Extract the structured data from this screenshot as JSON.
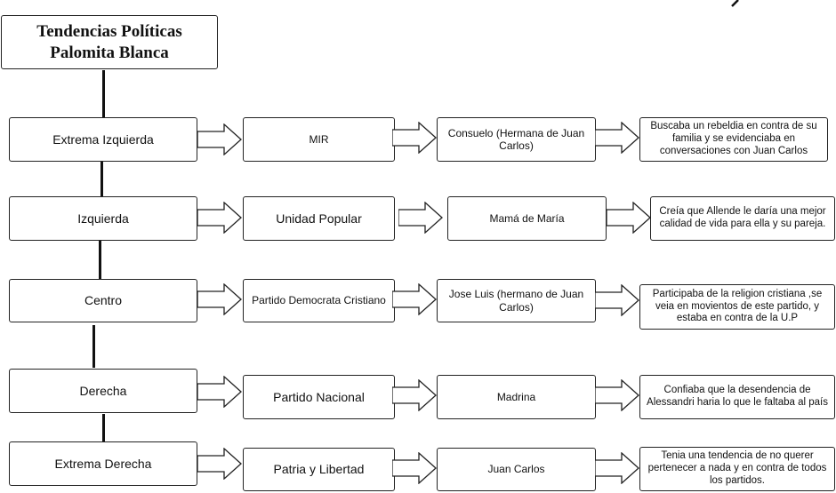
{
  "title": {
    "line1": "Tendencias Políticas",
    "line2": "Palomita Blanca"
  },
  "rows": [
    {
      "tendencia": "Extrema Izquierda",
      "partido": "MIR",
      "personaje": "Consuelo (Hermana de Juan Carlos)",
      "descripcion": "Buscaba un rebeldia en contra de su familia y se evidenciaba en conversaciones con Juan Carlos"
    },
    {
      "tendencia": "Izquierda",
      "partido": "Unidad Popular",
      "personaje": "Mamá de  María",
      "descripcion": "Creía que Allende le daría una mejor calidad de vida para ella y su pareja."
    },
    {
      "tendencia": "Centro",
      "partido": "Partido Democrata Cristiano",
      "personaje": "Jose Luis (hermano de Juan Carlos)",
      "descripcion": "Participaba de la religion cristiana ,se veia en movientos de este partido, y estaba en contra de la U.P"
    },
    {
      "tendencia": "Derecha",
      "partido": "Partido Nacional",
      "personaje": "Madrina",
      "descripcion": "Confiaba que la desendencia de Alessandri haria lo que le faltaba al país"
    },
    {
      "tendencia": "Extrema Derecha",
      "partido": "Patria y Libertad",
      "personaje": "Juan Carlos",
      "descripcion": "Tenia una tendencia de no querer pertenecer a nada y en contra de todos los partidos."
    }
  ]
}
